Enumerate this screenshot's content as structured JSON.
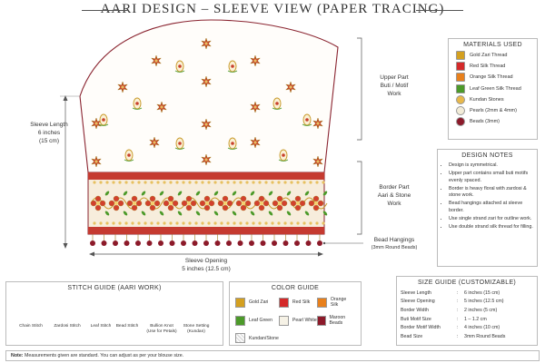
{
  "title": "AARI DESIGN – SLEEVE VIEW (PAPER TRACING)",
  "labels": {
    "sleeve_length": [
      "Sleeve Length",
      "6 inches",
      "(15 cm)"
    ],
    "upper_part": [
      "Upper Part",
      "Buti / Motif",
      "Work"
    ],
    "border_part": [
      "Border Part",
      "Aari & Stone",
      "Work"
    ],
    "bead_hangings": [
      "Bead Hangings",
      "(3mm Round Beads)"
    ],
    "sleeve_opening": [
      "Sleeve Opening",
      "5 inches (12.5 cm)"
    ]
  },
  "materials": {
    "title": "MATERIALS USED",
    "items": [
      {
        "label": "Gold Zari Thread",
        "color": "#d4a020",
        "icon": "gold-zari-thread-icon"
      },
      {
        "label": "Red Silk Thread",
        "color": "#d42a2a",
        "icon": "red-silk-thread-icon"
      },
      {
        "label": "Orange Silk Thread",
        "color": "#e8801c",
        "icon": "orange-silk-thread-icon"
      },
      {
        "label": "Leaf Green Silk Thread",
        "color": "#4c9a2a",
        "icon": "leaf-green-silk-thread-icon"
      },
      {
        "label": "Kundan Stones",
        "color": "#e8b84a",
        "icon": "kundan-stone-icon"
      },
      {
        "label": "Pearls (2mm & 4mm)",
        "color": "#f2ecd8",
        "icon": "pearl-icon"
      },
      {
        "label": "Beads (3mm)",
        "color": "#8c1a2a",
        "icon": "bead-icon"
      }
    ]
  },
  "design_notes": {
    "title": "DESIGN NOTES",
    "items": [
      "Design is symmetrical.",
      "Upper part contains small buti motifs evenly spaced.",
      "Border is heavy floral with zardosi & stone work.",
      "Bead hangings attached at sleeve border.",
      "Use single strand zari for outline work.",
      "Use double strand silk thread for filling."
    ]
  },
  "stitch_guide": {
    "title": "STITCH GUIDE (AARI WORK)",
    "items": [
      "Chain Stitch",
      "Zardosi Stitch",
      "Leaf Stitch",
      "Bead Stitch",
      "Bullion Knot (Use for Petals)",
      "Stone Setting (Kundan)"
    ]
  },
  "color_guide": {
    "title": "COLOR GUIDE",
    "items": [
      {
        "label": "Gold Zari",
        "color": "#d4a020"
      },
      {
        "label": "Red Silk",
        "color": "#d42a2a"
      },
      {
        "label": "Orange Silk",
        "color": "#e8801c"
      },
      {
        "label": "Leaf Green",
        "color": "#4c9a2a"
      },
      {
        "label": "Pearl White",
        "color": "#f6f2e6"
      },
      {
        "label": "Maroon Beads",
        "color": "#8c1a2a"
      },
      {
        "label": "Kundan/Stone",
        "color": "#eeeeee"
      }
    ]
  },
  "size_guide": {
    "title": "SIZE GUIDE (CUSTOMIZABLE)",
    "rows": [
      {
        "key": "Sleeve Length",
        "value": "6 inches (15 cm)"
      },
      {
        "key": "Sleeve Opening",
        "value": "5 inches (12.5 cm)"
      },
      {
        "key": "Border Width",
        "value": "2 inches (5 cm)"
      },
      {
        "key": "Buti Motif Size",
        "value": "1 – 1.2 cm"
      },
      {
        "key": "Border Motif Width",
        "value": "4 inches (10 cm)"
      },
      {
        "key": "Bead Size",
        "value": "3mm Round Beads"
      }
    ]
  },
  "footer_note": {
    "bold": "Note:",
    "text": " Measurements given are standard. You can adjust as per your blouse size."
  }
}
